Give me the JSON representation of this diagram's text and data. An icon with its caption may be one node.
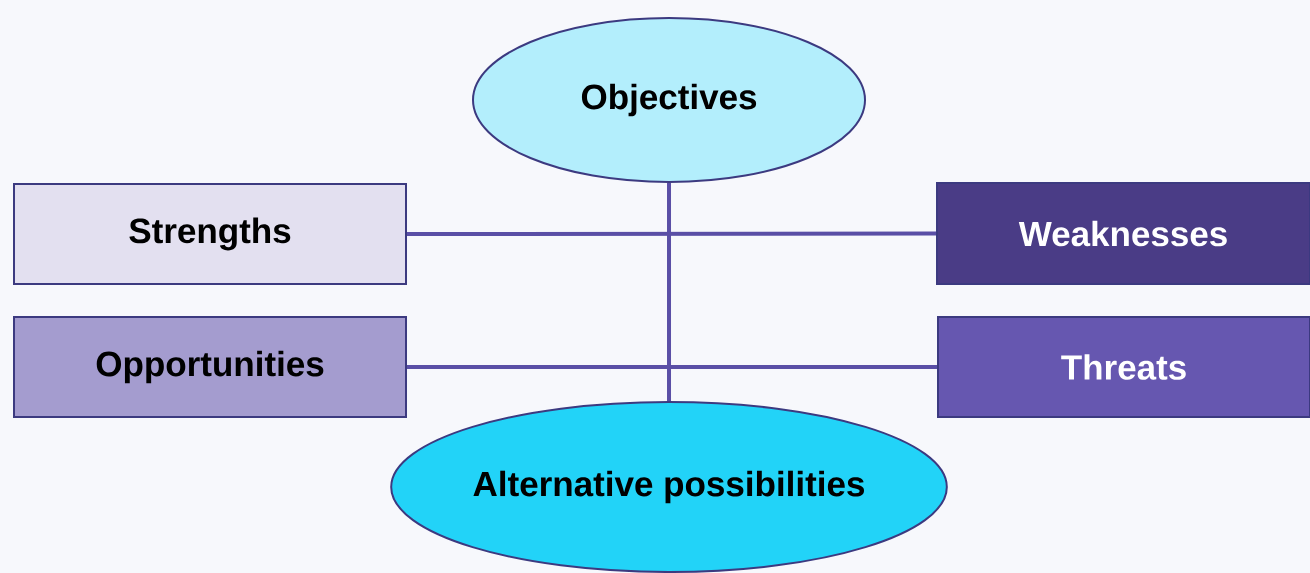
{
  "diagram": {
    "nodes": [
      {
        "text": [
          "Objectives"
        ]
      },
      {
        "text": [
          "Strengths"
        ]
      },
      {
        "text": [
          "Weaknesses"
        ]
      },
      {
        "text": [
          "Opportunities"
        ]
      },
      {
        "text": [
          "Threats"
        ]
      },
      {
        "text": [
          "Alternative possibilities"
        ]
      }
    ],
    "edges": [
      {
        "from": 0,
        "to": 5,
        "arrow": "none"
      },
      {
        "from": 1,
        "to": 2,
        "arrow": "none"
      },
      {
        "from": 3,
        "to": 4,
        "arrow": "none"
      }
    ]
  }
}
